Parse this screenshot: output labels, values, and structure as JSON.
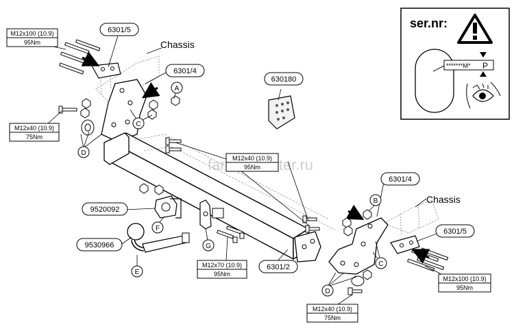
{
  "watermark": "farkop-center.ru",
  "serial_box": {
    "title": "ser.nr:",
    "plate_text": "*******M*",
    "plate_letter": "P"
  },
  "part_labels": {
    "bracket_left_top": "6301/5",
    "bracket_left_side": "6301/4",
    "wiring_plate": "630180",
    "bracket_right_side": "6301/4",
    "bracket_right_top": "6301/5",
    "socket_plate": "9520092",
    "tow_ball": "9530966",
    "crossbar": "6301/2"
  },
  "chassis_labels": {
    "left": "Chassis",
    "right": "Chassis"
  },
  "bolt_specs": {
    "left_top": {
      "size": "M12x100 (10.9)",
      "torque": "95Nm"
    },
    "left_mid": {
      "size": "M12x40 (10.9)",
      "torque": "75Nm"
    },
    "center": {
      "size": "M12x40 (10.9)",
      "torque": "95Nm"
    },
    "bottom_mid": {
      "size": "M12x70 (10.9)",
      "torque": "95Nm"
    },
    "bottom_right": {
      "size": "M12x40 (10.9)",
      "torque": "75Nm"
    },
    "right_top": {
      "size": "M12x100 (10.9)",
      "torque": "95Nm"
    }
  },
  "callouts": {
    "a": "A",
    "b": "B",
    "c_left": "C",
    "c_right": "C",
    "d_left": "D",
    "d_right": "D",
    "e": "E",
    "f": "F",
    "g": "G"
  }
}
